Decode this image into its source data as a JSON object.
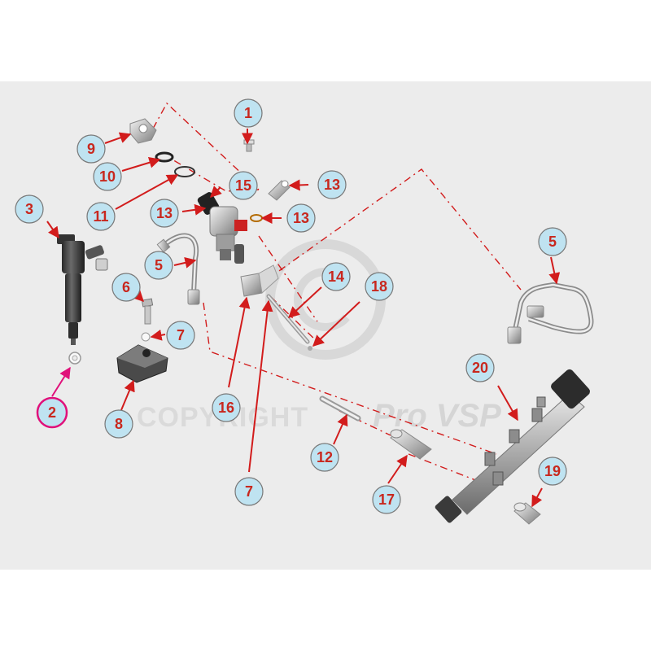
{
  "diagram": {
    "watermark": {
      "prefix": "COPYRIGHT",
      "brand": "Pro VSP"
    },
    "colors": {
      "background": "#ececec",
      "badge_fill": "#bfe3f1",
      "number_text": "#c8281e",
      "arrow": "#d21c1c",
      "leader_dashed": "#d21c1c",
      "highlight_ring": "#e0107a"
    },
    "callouts": [
      {
        "id": "c1",
        "number": "1"
      },
      {
        "id": "c2",
        "number": "2",
        "highlighted": true
      },
      {
        "id": "c3",
        "number": "3"
      },
      {
        "id": "c5a",
        "number": "5"
      },
      {
        "id": "c5b",
        "number": "5"
      },
      {
        "id": "c6",
        "number": "6"
      },
      {
        "id": "c7a",
        "number": "7"
      },
      {
        "id": "c7b",
        "number": "7"
      },
      {
        "id": "c8",
        "number": "8"
      },
      {
        "id": "c9",
        "number": "9"
      },
      {
        "id": "c10",
        "number": "10"
      },
      {
        "id": "c11",
        "number": "11"
      },
      {
        "id": "c12",
        "number": "12"
      },
      {
        "id": "c13a",
        "number": "13"
      },
      {
        "id": "c13b",
        "number": "13"
      },
      {
        "id": "c13c",
        "number": "13"
      },
      {
        "id": "c14",
        "number": "14"
      },
      {
        "id": "c15",
        "number": "15"
      },
      {
        "id": "c16",
        "number": "16"
      },
      {
        "id": "c17",
        "number": "17"
      },
      {
        "id": "c18",
        "number": "18"
      },
      {
        "id": "c19",
        "number": "19"
      },
      {
        "id": "c20",
        "number": "20"
      }
    ],
    "parts": [
      {
        "id": "injector",
        "icon": "fuel-injector-icon"
      },
      {
        "id": "washer",
        "icon": "washer-icon"
      },
      {
        "id": "pipe-left",
        "icon": "fuel-pipe-icon"
      },
      {
        "id": "pipe-right",
        "icon": "fuel-pipe-icon"
      },
      {
        "id": "bolt",
        "icon": "bolt-icon"
      },
      {
        "id": "clamp",
        "icon": "clamp-icon"
      },
      {
        "id": "return-connector",
        "icon": "connector-icon"
      },
      {
        "id": "pump-valve",
        "icon": "pressure-valve-icon"
      },
      {
        "id": "rod",
        "icon": "rod-icon"
      },
      {
        "id": "sleeve",
        "icon": "sleeve-icon"
      },
      {
        "id": "fuel-rail",
        "icon": "fuel-rail-icon"
      },
      {
        "id": "rail-plug",
        "icon": "plug-icon"
      }
    ]
  }
}
